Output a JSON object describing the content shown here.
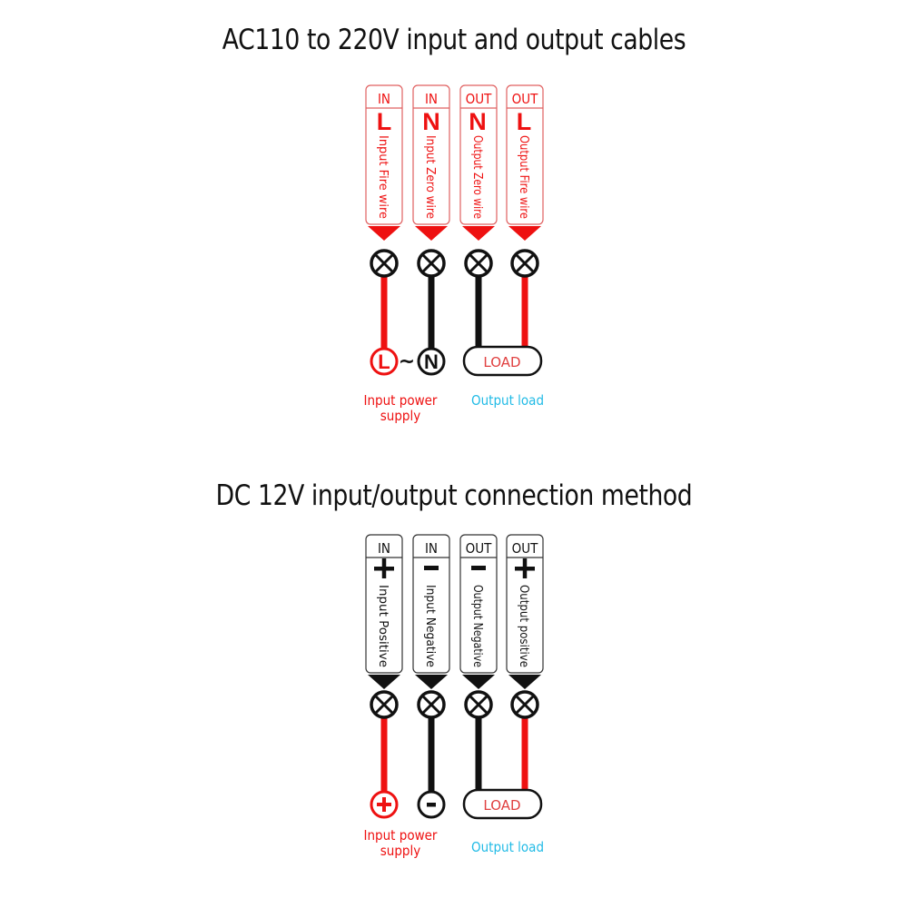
{
  "colors": {
    "red": "#ee1111",
    "black": "#111111",
    "cyan": "#22bbe6",
    "ac_box_border": "#e06060",
    "dc_box_border": "#333333"
  },
  "sections": [
    {
      "id": "ac",
      "title": "AC110 to 220V input and output cables",
      "theme": "red",
      "terminals": [
        {
          "header": "IN",
          "symbol": "L",
          "label": "Input Fire wire",
          "wire_color": "red"
        },
        {
          "header": "IN",
          "symbol": "N",
          "label": "Input Zero wire",
          "wire_color": "black"
        },
        {
          "header": "OUT",
          "symbol": "N",
          "label": "Output Zero wire",
          "wire_color": "black"
        },
        {
          "header": "OUT",
          "symbol": "L",
          "label": "Output Fire wire",
          "wire_color": "red"
        }
      ],
      "source": {
        "left_symbol": "L",
        "right_symbol": "N",
        "joiner": "~"
      },
      "load_label": "LOAD",
      "input_caption": [
        "Input power",
        "supply"
      ],
      "output_caption": "Output load"
    },
    {
      "id": "dc",
      "title": "DC 12V input/output connection method",
      "theme": "black",
      "terminals": [
        {
          "header": "IN",
          "symbol": "+",
          "label": "Input Positive",
          "wire_color": "red"
        },
        {
          "header": "IN",
          "symbol": "−",
          "label": "Input Negative",
          "wire_color": "black"
        },
        {
          "header": "OUT",
          "symbol": "−",
          "label": "Output Negative",
          "wire_color": "black"
        },
        {
          "header": "OUT",
          "symbol": "+",
          "label": "Output positive",
          "wire_color": "red"
        }
      ],
      "source": {
        "left_symbol": "+",
        "right_symbol": "−",
        "joiner": ""
      },
      "load_label": "LOAD",
      "input_caption": [
        "Input power",
        "supply"
      ],
      "output_caption": "Output load"
    }
  ]
}
